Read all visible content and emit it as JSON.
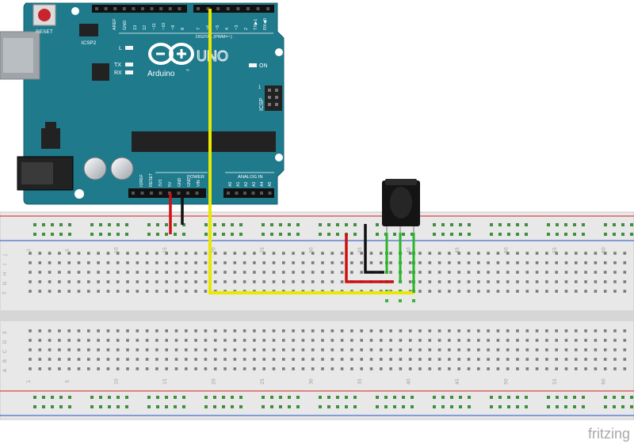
{
  "board": {
    "reset_label": "RESET",
    "icsp2_label": "ICSP2",
    "aref_label": "AREF",
    "gnd_label": "GND",
    "digital_labels": [
      "13",
      "12",
      "~11",
      "~10",
      "~9",
      "8",
      "7",
      "~6",
      "~5",
      "4",
      "~3",
      "2",
      "TX▶1",
      "RX◀0"
    ],
    "digital_header_label": "DIGITAL (PWM=~)",
    "l_label": "L",
    "tx_label": "TX",
    "rx_label": "RX",
    "logo_text": "Arduino",
    "logo_tm": "™",
    "uno_label": "UNO",
    "on_label": "ON",
    "icsp_label": "ICSP",
    "icsp_pin1": "1",
    "power_header_label": "POWER",
    "power_pins": [
      "IOREF",
      "RESET",
      "3V3",
      "5V",
      "GND",
      "GND",
      "VIN"
    ],
    "analog_header_label": "ANALOG IN",
    "analog_pins": [
      "A0",
      "A1",
      "A2",
      "A3",
      "A4",
      "A5"
    ]
  },
  "breadboard": {
    "column_numbers_top": [
      "1",
      "5",
      "10",
      "15",
      "20",
      "25",
      "30",
      "35",
      "40",
      "45",
      "50",
      "55",
      "60"
    ],
    "column_numbers_bottom": [
      "1",
      "5",
      "10",
      "15",
      "20",
      "25",
      "30",
      "35",
      "40",
      "45",
      "50",
      "55",
      "60"
    ],
    "row_letters_top": [
      "J",
      "I",
      "H",
      "G",
      "F"
    ],
    "row_letters_bottom": [
      "E",
      "D",
      "C",
      "B",
      "A"
    ]
  },
  "colors": {
    "board": "#1f7a8c",
    "board_dark": "#15606f",
    "breadboard": "#e6e6e6",
    "rail_red": "#d44",
    "rail_blue": "#4470cc",
    "wire_yellow": "#e8e800",
    "wire_red": "#cc1111",
    "wire_black": "#111111",
    "wire_green": "#2bb52b"
  },
  "footer": {
    "brand": "fritzing"
  }
}
